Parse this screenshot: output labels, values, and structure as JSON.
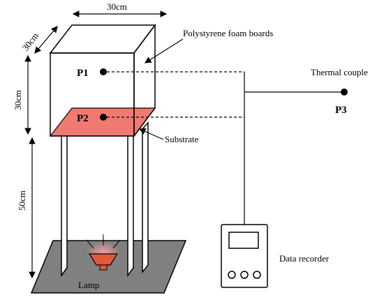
{
  "dimensions": {
    "box_width": "30cm",
    "box_depth": "30cm",
    "box_height": "30cm",
    "leg_height": "50cm"
  },
  "labels": {
    "foam": "Polystyrene foam boards",
    "thermocouple": "Thermal couple",
    "substrate": "Substrate",
    "recorder": "Data recorder",
    "lamp": "Lamp"
  },
  "points": {
    "p1": "P1",
    "p2": "P2",
    "p3": "P3"
  },
  "colors": {
    "substrate": "#f07a72",
    "floor": "#808080",
    "lamp": "#e25a3a",
    "lamp_glow": "#f4a0a8"
  }
}
